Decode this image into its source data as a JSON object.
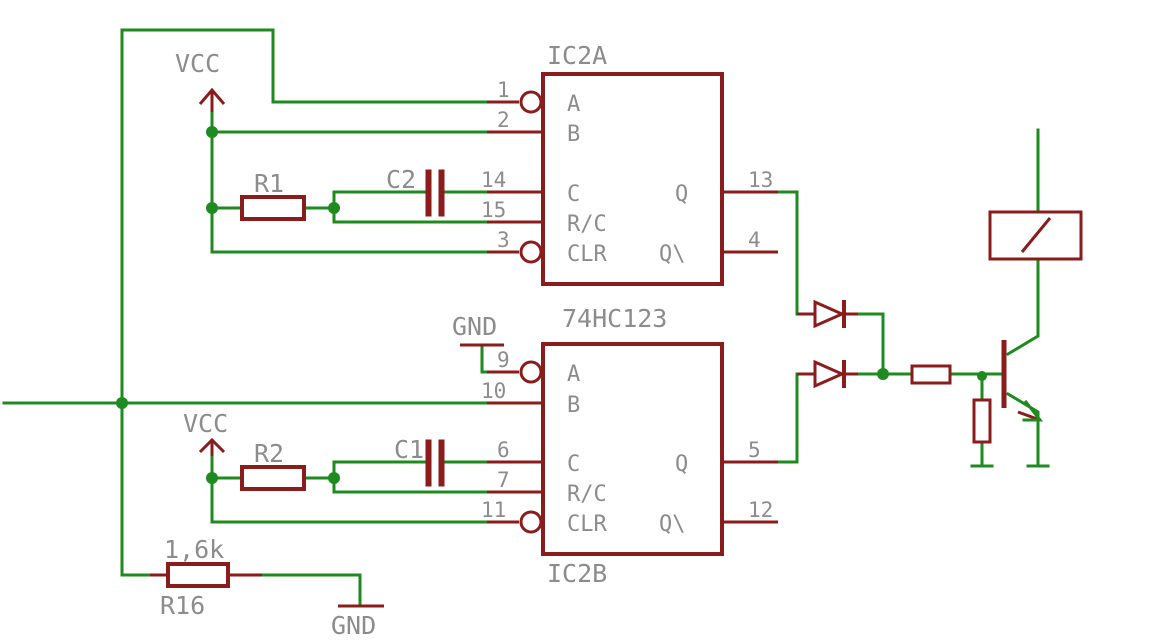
{
  "ic2a": {
    "name": "IC2A",
    "pins": {
      "p1": {
        "num": "1",
        "name": "A"
      },
      "p2": {
        "num": "2",
        "name": "B"
      },
      "p14": {
        "num": "14",
        "name": "C"
      },
      "p15": {
        "num": "15",
        "name": "R/C"
      },
      "p3": {
        "num": "3",
        "name": "CLR"
      },
      "p13": {
        "num": "13",
        "name": "Q"
      },
      "p4": {
        "num": "4",
        "name": "Q\\"
      }
    }
  },
  "ic2b": {
    "name": "IC2B",
    "value": "74HC123",
    "pins": {
      "p9": {
        "num": "9",
        "name": "A"
      },
      "p10": {
        "num": "10",
        "name": "B"
      },
      "p6": {
        "num": "6",
        "name": "C"
      },
      "p7": {
        "num": "7",
        "name": "R/C"
      },
      "p11": {
        "num": "11",
        "name": "CLR"
      },
      "p5": {
        "num": "5",
        "name": "Q"
      },
      "p12": {
        "num": "12",
        "name": "Q\\"
      }
    }
  },
  "supplies": {
    "vcc_top": "VCC",
    "vcc_bottom": "VCC",
    "gnd_ic2b": "GND",
    "gnd_r16": "GND"
  },
  "components": {
    "r1": "R1",
    "r2": "R2",
    "c1": "C1",
    "c2": "C2",
    "r16_name": "R16",
    "r16_value": "1,6k"
  },
  "colors": {
    "wire": "#1f8a1f",
    "part": "#8a1c1c",
    "label": "#8c8c8c"
  }
}
